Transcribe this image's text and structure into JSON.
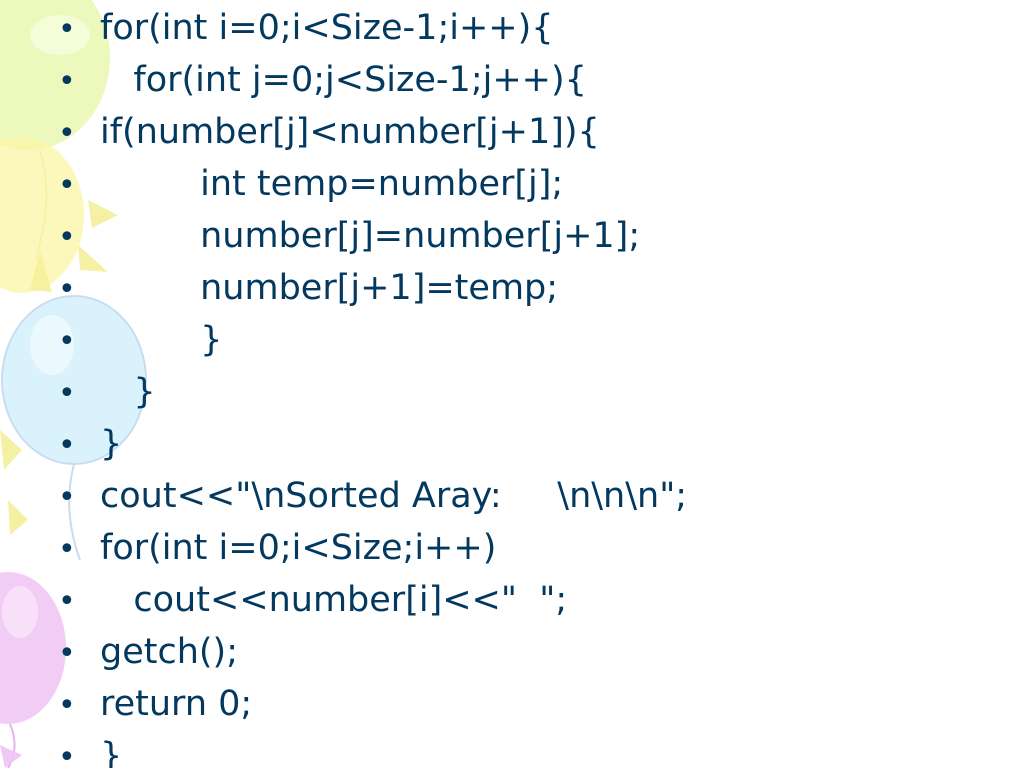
{
  "slide": {
    "bullet_glyph": "•",
    "lines": [
      "for(int i=0;i<Size-1;i++){",
      "   for(int j=0;j<Size-1;j++){",
      "if(number[j]<number[j+1]){",
      "         int temp=number[j];",
      "         number[j]=number[j+1];",
      "         number[j+1]=temp;",
      "         }",
      "   }",
      "}",
      "cout<<\"\\nSorted Aray:     \\n\\n\\n\";",
      "for(int i=0;i<Size;i++)",
      "   cout<<number[i]<<\"  \";",
      "getch();",
      "return 0;",
      "}"
    ]
  },
  "theme": {
    "text_color": "#03385f",
    "background": "#ffffff",
    "balloon_green": "#eaf7b5",
    "balloon_yellow": "#fbf6a6",
    "balloon_blue": "#d3f0fb",
    "balloon_purple": "#efc3f3",
    "balloon_outline": "#c9dcf0"
  }
}
